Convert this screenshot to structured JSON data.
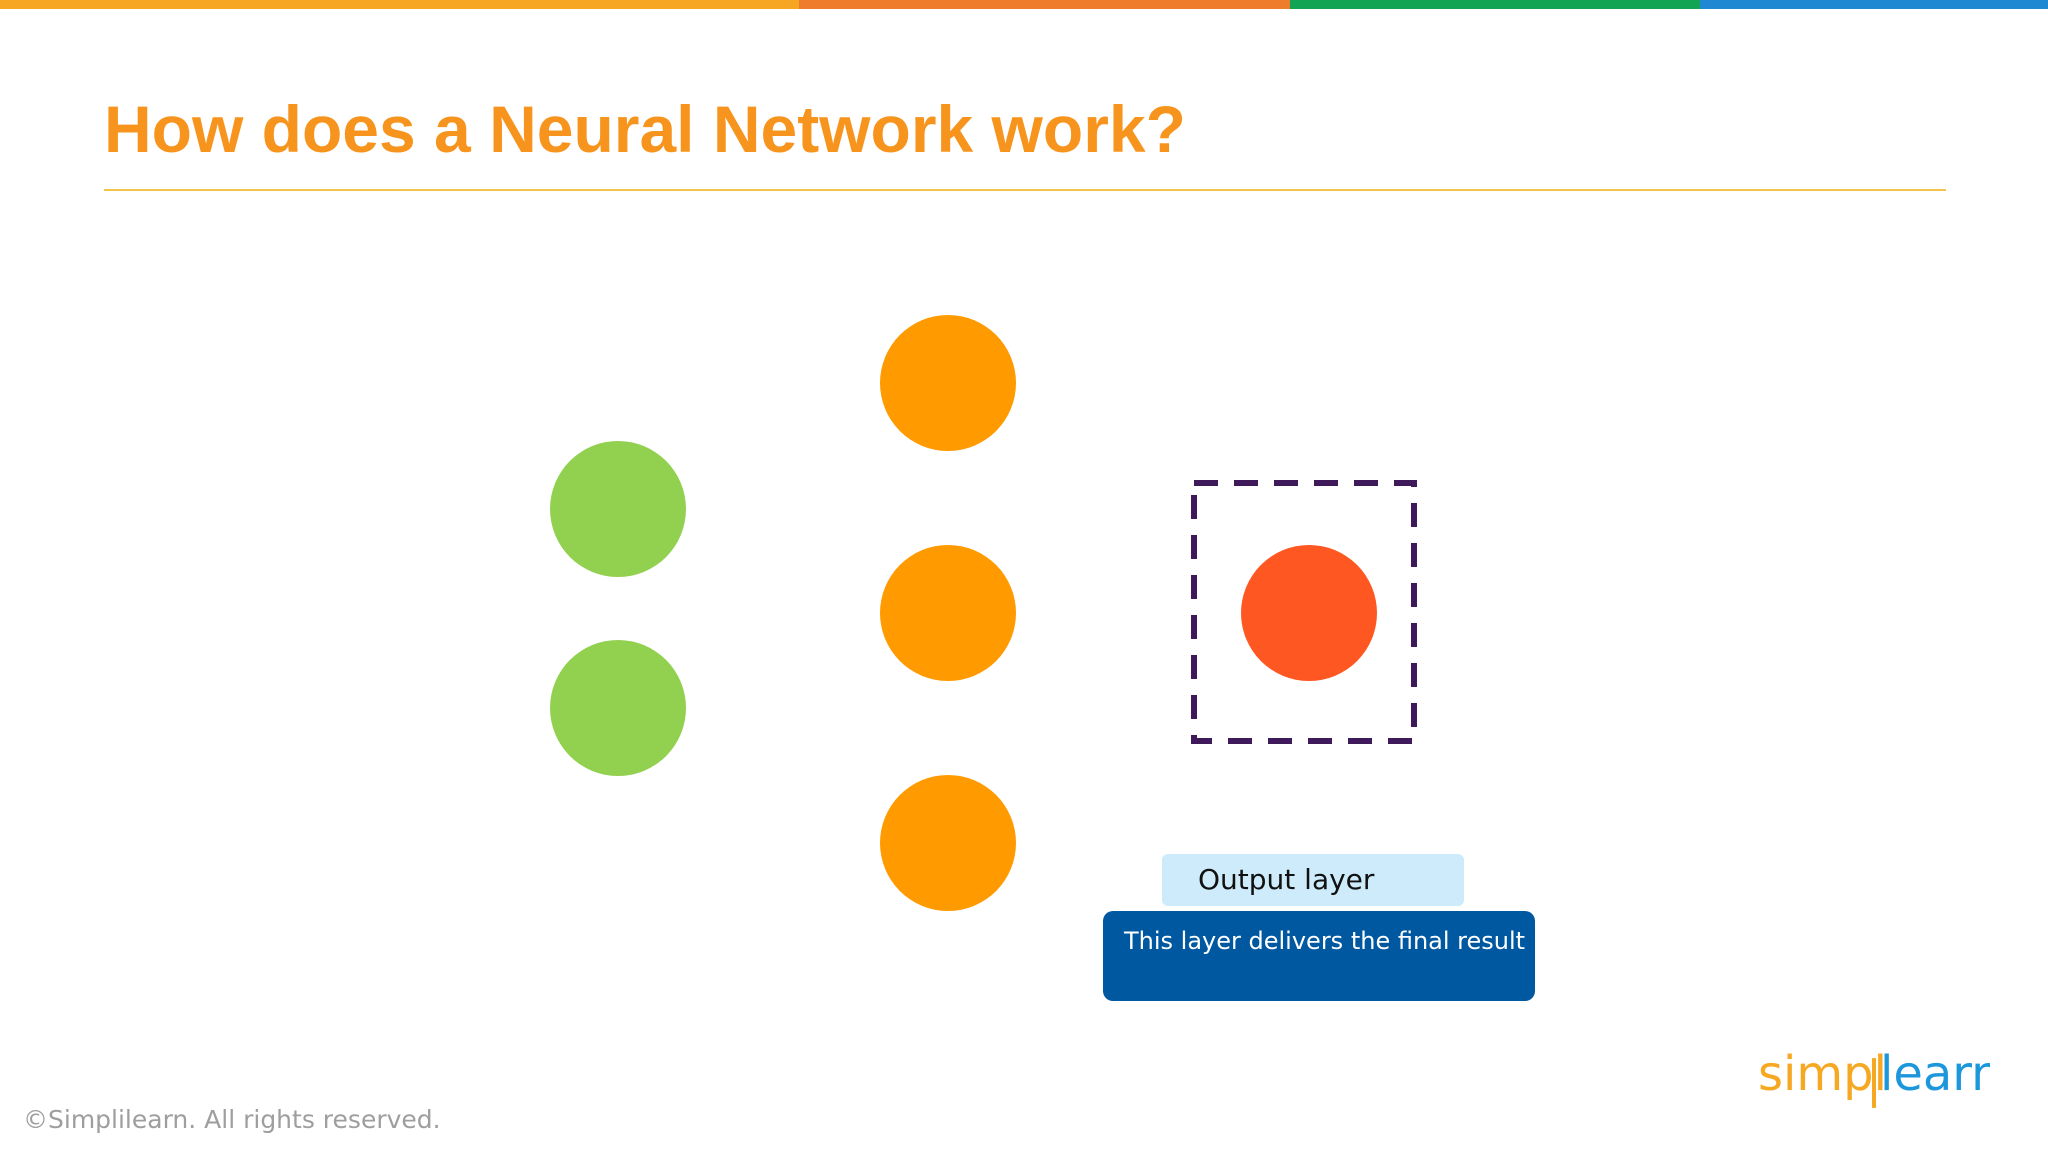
{
  "slide": {
    "title": "How does a Neural Network work?",
    "title_color": "#F7941D",
    "rule_color": "#F2C44A"
  },
  "top_bar": {
    "segments": [
      {
        "color": "#F6A623",
        "fraction": 0.39
      },
      {
        "color": "#EF7B2D",
        "fraction": 0.24
      },
      {
        "color": "#13A453",
        "fraction": 0.2
      },
      {
        "color": "#1E88D2",
        "fraction": 0.17
      }
    ]
  },
  "network": {
    "layers": [
      {
        "role": "input",
        "node_count": 2,
        "color": "#92D050"
      },
      {
        "role": "hidden",
        "node_count": 3,
        "color": "#FF9A00"
      },
      {
        "role": "output",
        "node_count": 1,
        "color": "#FF5722"
      }
    ],
    "highlight_color": "#3F1A5A"
  },
  "callout": {
    "label": "Output layer",
    "label_bg": "#CDEBFA",
    "description": "This layer delivers the final result",
    "description_bg": "#0058A0"
  },
  "footer": {
    "copyright": "©Simplilearn. All rights reserved.",
    "logo_text_left": "simpl",
    "logo_text_right": "learn",
    "logo_color": "#F7A823",
    "logo_accent": "#1C97DC"
  }
}
